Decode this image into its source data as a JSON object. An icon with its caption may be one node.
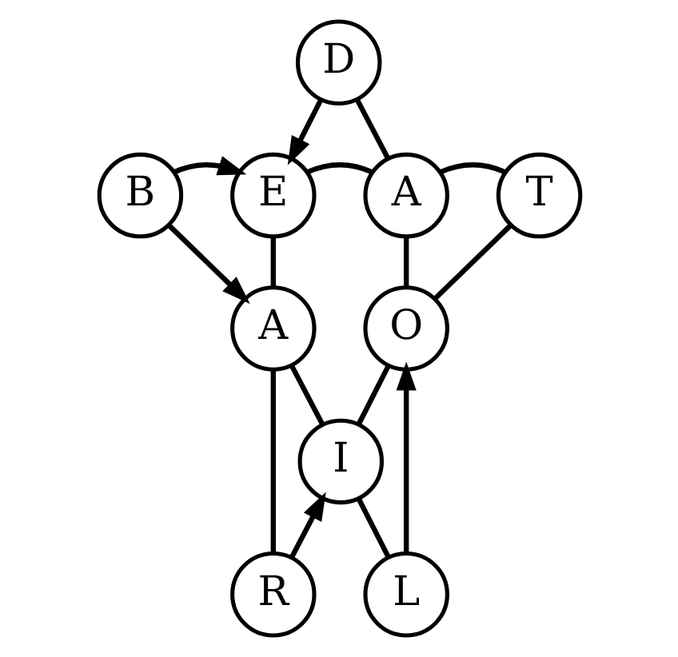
{
  "diagram": {
    "nodes": [
      {
        "text": [
          "D"
        ]
      },
      {
        "text": [
          "B"
        ]
      },
      {
        "text": [
          "E"
        ]
      },
      {
        "text": [
          "A"
        ]
      },
      {
        "text": [
          "T"
        ]
      },
      {
        "text": [
          "A"
        ]
      },
      {
        "text": [
          "O"
        ]
      },
      {
        "text": [
          "I"
        ]
      },
      {
        "text": [
          "R"
        ]
      },
      {
        "text": [
          "L"
        ]
      }
    ],
    "edges": [
      {
        "from": 0,
        "to": 2,
        "arrow": "to"
      },
      {
        "from": 0,
        "to": 3,
        "arrow": "none"
      },
      {
        "from": 1,
        "to": 2,
        "arrow": "to"
      },
      {
        "from": 2,
        "to": 3,
        "arrow": "none"
      },
      {
        "from": 3,
        "to": 4,
        "arrow": "none"
      },
      {
        "from": 1,
        "to": 5,
        "arrow": "to"
      },
      {
        "from": 2,
        "to": 5,
        "arrow": "none"
      },
      {
        "from": 3,
        "to": 6,
        "arrow": "none"
      },
      {
        "from": 4,
        "to": 6,
        "arrow": "none"
      },
      {
        "from": 5,
        "to": 7,
        "arrow": "none"
      },
      {
        "from": 7,
        "to": 6,
        "arrow": "none"
      },
      {
        "from": 8,
        "to": 5,
        "arrow": "none"
      },
      {
        "from": 8,
        "to": 7,
        "arrow": "to"
      },
      {
        "from": 7,
        "to": 9,
        "arrow": "none"
      },
      {
        "from": 9,
        "to": 6,
        "arrow": "to"
      }
    ]
  }
}
